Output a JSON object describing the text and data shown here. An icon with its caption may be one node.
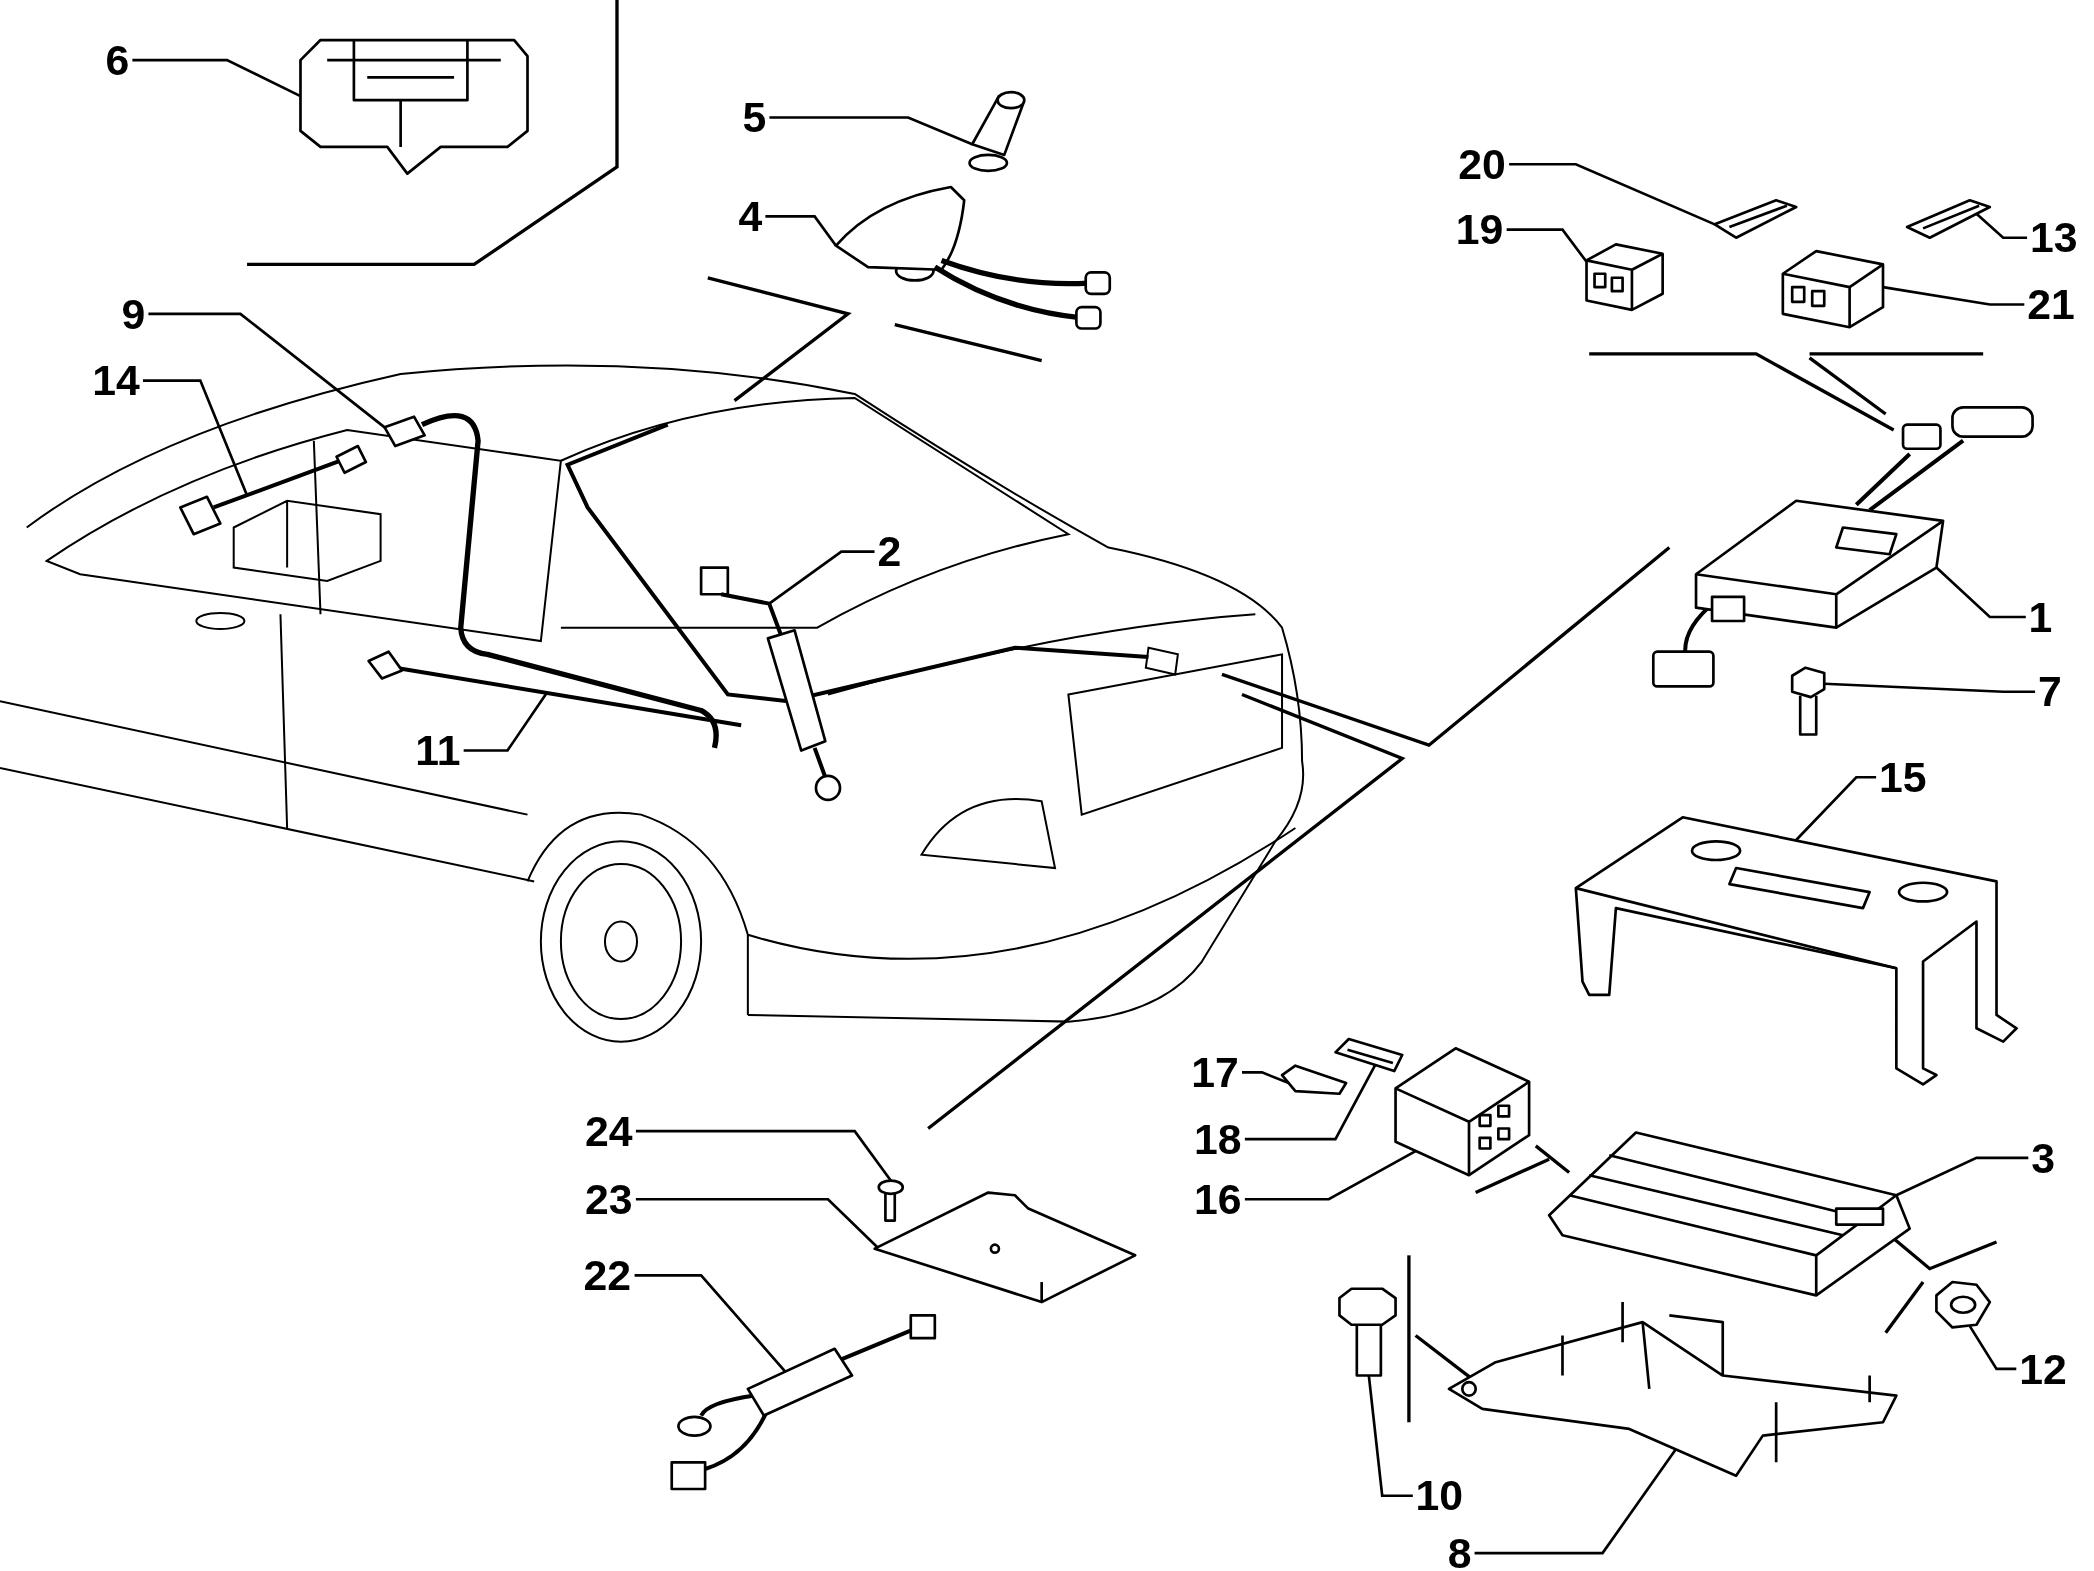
{
  "diagram": {
    "nodes": [
      {
        "text": [
          "6"
        ]
      },
      {
        "text": [],
        "shape": "picture"
      },
      {
        "text": [
          "5"
        ]
      },
      {
        "text": [],
        "shape": "picture"
      },
      {
        "text": [
          "20"
        ]
      },
      {
        "text": [],
        "shape": "picture"
      },
      {
        "text": [
          "19"
        ]
      },
      {
        "text": [],
        "shape": "picture"
      },
      {
        "text": [
          "13"
        ]
      },
      {
        "text": [],
        "shape": "picture"
      },
      {
        "text": [
          "4"
        ]
      },
      {
        "text": [],
        "shape": "picture"
      },
      {
        "text": [
          "21"
        ]
      },
      {
        "text": [],
        "shape": "picture"
      },
      {
        "text": [
          "9"
        ]
      },
      {
        "text": [],
        "shape": "picture"
      },
      {
        "text": [
          "14"
        ]
      },
      {
        "text": [],
        "shape": "picture"
      },
      {
        "text": [
          "2"
        ]
      },
      {
        "text": [],
        "shape": "picture"
      },
      {
        "text": [
          "1"
        ]
      },
      {
        "text": [],
        "shape": "picture"
      },
      {
        "text": [
          "7"
        ]
      },
      {
        "text": [],
        "shape": "picture"
      },
      {
        "text": [
          "11"
        ]
      },
      {
        "text": [],
        "shape": "picture"
      },
      {
        "text": [
          "15"
        ]
      },
      {
        "text": [],
        "shape": "picture"
      },
      {
        "text": [
          "17"
        ]
      },
      {
        "text": [],
        "shape": "picture"
      },
      {
        "text": [
          "24"
        ]
      },
      {
        "text": [],
        "shape": "picture"
      },
      {
        "text": [
          "18"
        ]
      },
      {
        "text": [],
        "shape": "picture"
      },
      {
        "text": [
          "16"
        ]
      },
      {
        "text": [],
        "shape": "picture"
      },
      {
        "text": [
          "3"
        ]
      },
      {
        "text": [],
        "shape": "picture"
      },
      {
        "text": [
          "23"
        ]
      },
      {
        "text": [],
        "shape": "picture"
      },
      {
        "text": [
          "22"
        ]
      },
      {
        "text": [],
        "shape": "picture"
      },
      {
        "text": [
          "12"
        ]
      },
      {
        "text": [],
        "shape": "picture"
      },
      {
        "text": [
          "10"
        ]
      },
      {
        "text": [],
        "shape": "picture"
      },
      {
        "text": [
          "8"
        ]
      },
      {
        "text": [],
        "shape": "picture"
      }
    ],
    "edges": [
      {
        "from": 0,
        "to": 1,
        "arrow": "none"
      },
      {
        "from": 2,
        "to": 3,
        "arrow": "none"
      },
      {
        "from": 4,
        "to": 5,
        "arrow": "none"
      },
      {
        "from": 6,
        "to": 7,
        "arrow": "none"
      },
      {
        "from": 8,
        "to": 9,
        "arrow": "none"
      },
      {
        "from": 10,
        "to": 11,
        "arrow": "none"
      },
      {
        "from": 12,
        "to": 13,
        "arrow": "none"
      },
      {
        "from": 14,
        "to": 15,
        "arrow": "none"
      },
      {
        "from": 16,
        "to": 17,
        "arrow": "none"
      },
      {
        "from": 18,
        "to": 19,
        "arrow": "none"
      },
      {
        "from": 20,
        "to": 21,
        "arrow": "none"
      },
      {
        "from": 22,
        "to": 23,
        "arrow": "none"
      },
      {
        "from": 24,
        "to": 25,
        "arrow": "none"
      },
      {
        "from": 26,
        "to": 27,
        "arrow": "none"
      },
      {
        "from": 28,
        "to": 29,
        "arrow": "none"
      },
      {
        "from": 30,
        "to": 31,
        "arrow": "none"
      },
      {
        "from": 32,
        "to": 33,
        "arrow": "none"
      },
      {
        "from": 34,
        "to": 35,
        "arrow": "none"
      },
      {
        "from": 36,
        "to": 37,
        "arrow": "none"
      },
      {
        "from": 38,
        "to": 39,
        "arrow": "none"
      },
      {
        "from": 40,
        "to": 41,
        "arrow": "none"
      },
      {
        "from": 42,
        "to": 43,
        "arrow": "none"
      },
      {
        "from": 44,
        "to": 45,
        "arrow": "none"
      },
      {
        "from": 46,
        "to": 47,
        "arrow": "none"
      }
    ]
  }
}
